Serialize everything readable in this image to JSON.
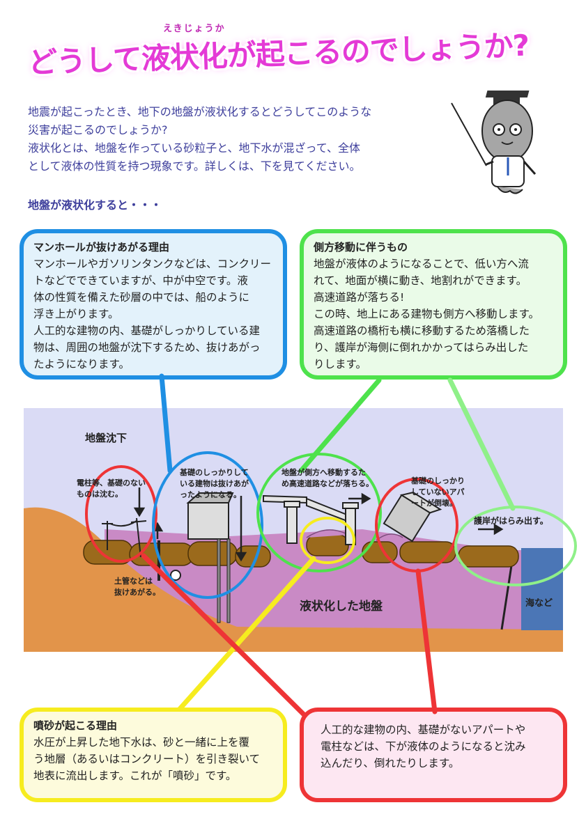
{
  "title": {
    "main": "どうして液状化が起こるのでしょうか?",
    "ruby": "えきじょうか"
  },
  "intro": {
    "lines": [
      "地震が起こったとき、地下の地盤が液状化するとどうしてこのような",
      "災害が起こるのでしょうか?",
      "液状化とは、地盤を作っている砂粒子と、地下水が混ざって、全体",
      "として液体の性質を持つ現象です。詳しくは、下を見てください。"
    ]
  },
  "subheading": "地盤が液状化すると・・・",
  "boxes": {
    "manhole": {
      "heading": "マンホールが抜けあがる理由",
      "lines": [
        "マンホールやガソリンタンクなどは、コンクリー",
        "トなどでできていますが、中が中空です。液",
        "体の性質を備えた砂層の中では、船のように",
        "浮き上がります。",
        "人工的な建物の内、基礎がしっかりしている建",
        "物は、周囲の地盤が沈下するため、抜けあがっ",
        "たようになります。"
      ]
    },
    "lateral": {
      "heading": "側方移動に伴うもの",
      "lines": [
        "地盤が液体のようになることで、低い方へ流",
        "れて、地面が横に動き、地割れができます。",
        "高速道路が落ちる!",
        "この時、地上にある建物も側方へ移動します。",
        "高速道路の橋桁も横に移動するため落橋した",
        "り、護岸が海側に倒れかかってはらみ出した",
        "りします。"
      ]
    },
    "sandboil": {
      "heading": "噴砂が起こる理由",
      "lines": [
        "水圧が上昇した地下水は、砂と一緒に上を覆",
        "う地層（あるいはコンクリート）を引き裂いて",
        "地表に流出します。これが「噴砂」です。"
      ]
    },
    "collapse": {
      "lines": [
        "人工的な建物の内、基礎がないアパートや",
        "電柱などは、下が液体のようになると沈み",
        "込んだり、倒れたりします。"
      ]
    }
  },
  "diagram": {
    "ground_subsidence": "地盤沈下",
    "pole_sink": [
      "電柱等、基礎のない",
      "ものは沈む。"
    ],
    "pipe_rise": [
      "土管などは",
      "抜けあがる。"
    ],
    "building_rise": [
      "基礎のしっかりして",
      "いる建物は抜けあが",
      "ったようになる。"
    ],
    "road_fall": [
      "地盤が側方へ移動するた",
      "め高速道路などが落ちる。"
    ],
    "apartment_fall": [
      "基礎のしっかり",
      "していないアパ",
      "ートが倒壊。"
    ],
    "seawall": "護岸がはらみ出す。",
    "liquefied": "液状化した地盤",
    "sea": "海など"
  },
  "colors": {
    "title": "#e43ad6",
    "intro_text": "#3e3f9c",
    "blue": "#1f8fe3",
    "green": "#4ee24c",
    "yellow": "#f6ec1f",
    "red": "#ee3436",
    "sky": "#dadbf5",
    "liquefied_ground": "#c98ac5",
    "soil": "#e2944a",
    "sand_layer": "#9b6a1c",
    "sea": "#4b76b6"
  }
}
